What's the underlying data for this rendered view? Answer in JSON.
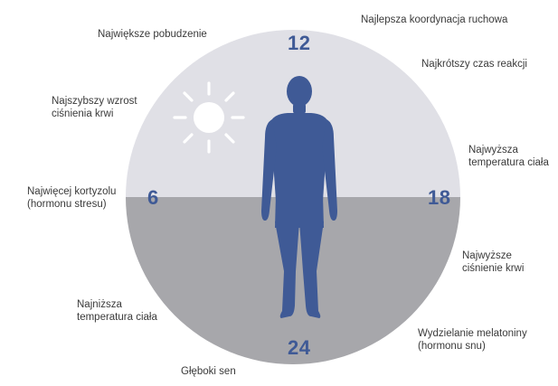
{
  "hours": {
    "top": "12",
    "left": "6",
    "right": "18",
    "bottom": "24"
  },
  "annotations": {
    "greatest_alertness": "Największe pobudzenie",
    "best_coordination": "Najlepsza koordynacja ruchowa",
    "fastest_reaction": "Najkrótszy czas reakcji",
    "fastest_bp_rise": "Najszybszy wzrost\nciśnienia krwi",
    "highest_temperature": "Najwyższa\ntemperatura ciała",
    "most_cortisol": "Najwięcej kortyzolu\n(hormonu stresu)",
    "highest_bp": "Najwyższe\nciśnienie krwi",
    "lowest_temperature": "Najniższa\ntemperatura ciała",
    "melatonin": "Wydzielanie melatoniny\n(hormonu snu)",
    "deep_sleep": "Głęboki sen"
  },
  "colors": {
    "day_half": "#e0e0e6",
    "night_half": "#a7a7ab",
    "figure": "#3f5a96",
    "hour_numbers": "#3f5a96",
    "sun": "#ffffff",
    "moon": "#ffffff"
  },
  "icons": {
    "day": "sun-icon",
    "night": "moon-icon",
    "figure": "human-silhouette-icon"
  }
}
